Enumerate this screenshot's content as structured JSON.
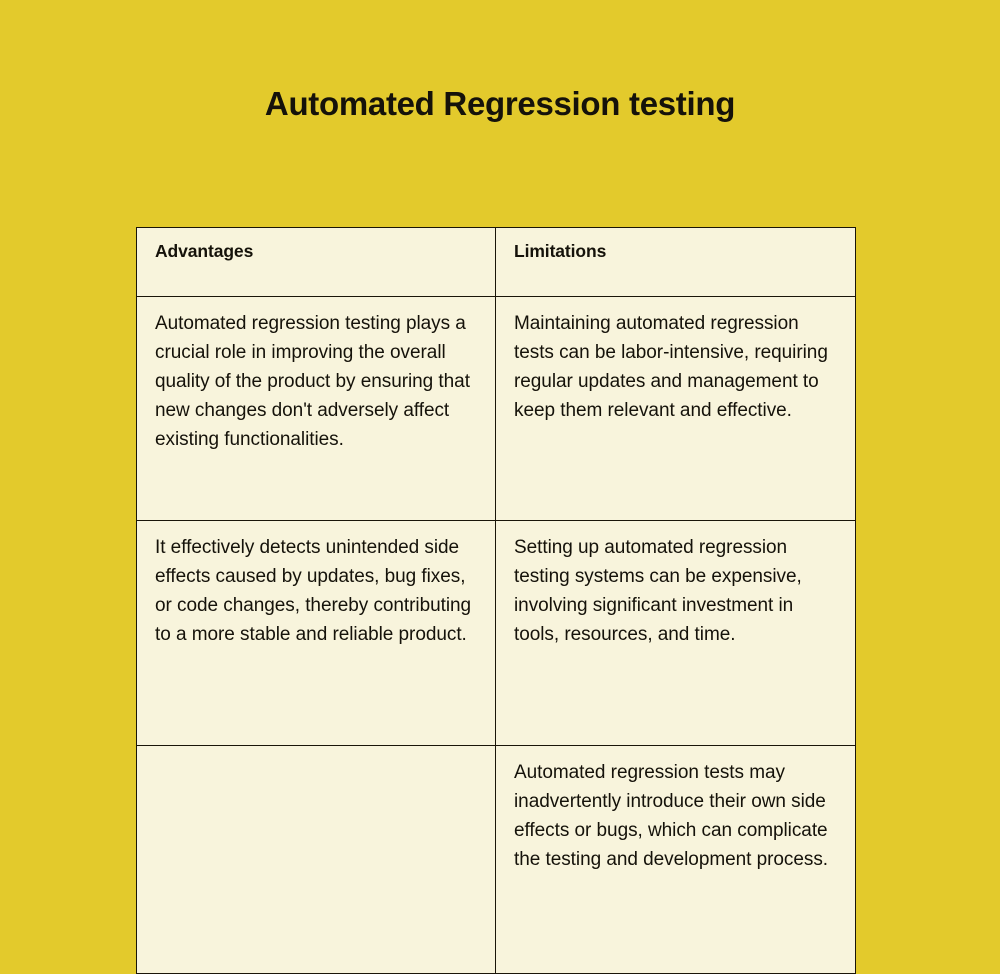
{
  "page": {
    "title": "Automated Regression testing",
    "background_color": "#e3ca2c",
    "text_color": "#15120a"
  },
  "table": {
    "cell_background_color": "#f8f4dc",
    "border_color": "#1a1508",
    "headers": [
      "Advantages",
      "Limitations"
    ],
    "rows": [
      {
        "advantage": "Automated regression testing plays a crucial role in improving the overall quality of the product by ensuring that new changes don't adversely affect existing functionalities.",
        "limitation": "Maintaining automated regression tests can be labor-intensive, requiring regular updates and management to keep them relevant and effective."
      },
      {
        "advantage": "It effectively detects unintended side effects caused by updates, bug fixes, or code changes, thereby contributing to a more stable and reliable product.",
        "limitation": "Setting up automated regression testing systems can be expensive, involving significant investment in tools, resources, and time."
      },
      {
        "advantage": "",
        "limitation": "Automated regression tests may inadvertently introduce their own side effects or bugs, which can complicate the testing and development process."
      }
    ]
  }
}
